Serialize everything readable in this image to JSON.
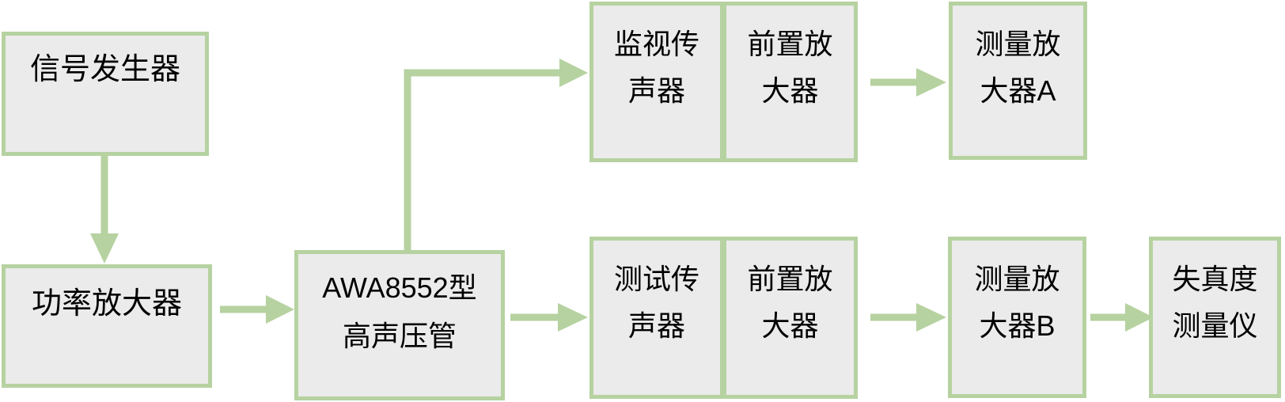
{
  "diagram": {
    "type": "block-diagram",
    "title": "",
    "palette": {
      "node_fill": "#ebebeb",
      "node_border": "#b6d2a0",
      "connector": "#b6d2a0",
      "text": "#000000",
      "background": "#ffffff"
    },
    "nodes": [
      {
        "id": "signal-generator",
        "label": "信号发生器",
        "lines": [
          "信号发生器"
        ]
      },
      {
        "id": "power-amplifier",
        "label": "功率放大器",
        "lines": [
          "功率放大器"
        ]
      },
      {
        "id": "awa-tube",
        "label": "AWA8552型高声压管",
        "lines": [
          "AWA8552型",
          "高声压管"
        ]
      },
      {
        "id": "monitor-mic",
        "label": "监视传声器",
        "lines": [
          "监视传",
          "声器"
        ]
      },
      {
        "id": "monitor-preamp",
        "label": "前置放大器",
        "lines": [
          "前置放",
          "大器"
        ]
      },
      {
        "id": "meas-amp-a",
        "label": "测量放大器A",
        "lines": [
          "测量放",
          "大器A"
        ]
      },
      {
        "id": "test-mic",
        "label": "测试传声器",
        "lines": [
          "测试传",
          "声器"
        ]
      },
      {
        "id": "test-preamp",
        "label": "前置放大器",
        "lines": [
          "前置放",
          "大器"
        ]
      },
      {
        "id": "meas-amp-b",
        "label": "测量放大器B",
        "lines": [
          "测量放",
          "大器B"
        ]
      },
      {
        "id": "distortion-meter",
        "label": "失真度测量仪",
        "lines": [
          "失真度",
          "测量仪"
        ]
      }
    ],
    "edges": [
      {
        "id": "sig-to-power",
        "from": "signal-generator",
        "to": "power-amplifier",
        "style": "straight-down"
      },
      {
        "id": "power-to-awa",
        "from": "power-amplifier",
        "to": "awa-tube",
        "style": "straight-right"
      },
      {
        "id": "awa-to-monitor-mic",
        "from": "awa-tube",
        "to": "monitor-mic",
        "style": "elbow-up-right"
      },
      {
        "id": "awa-to-test-mic",
        "from": "awa-tube",
        "to": "test-mic",
        "style": "straight-right"
      },
      {
        "id": "monitor-preamp-to-amp-a",
        "from": "monitor-preamp",
        "to": "meas-amp-a",
        "style": "straight-right"
      },
      {
        "id": "test-preamp-to-amp-b",
        "from": "test-preamp",
        "to": "meas-amp-b",
        "style": "straight-right"
      },
      {
        "id": "amp-b-to-distortion",
        "from": "meas-amp-b",
        "to": "distortion-meter",
        "style": "straight-right"
      }
    ]
  }
}
